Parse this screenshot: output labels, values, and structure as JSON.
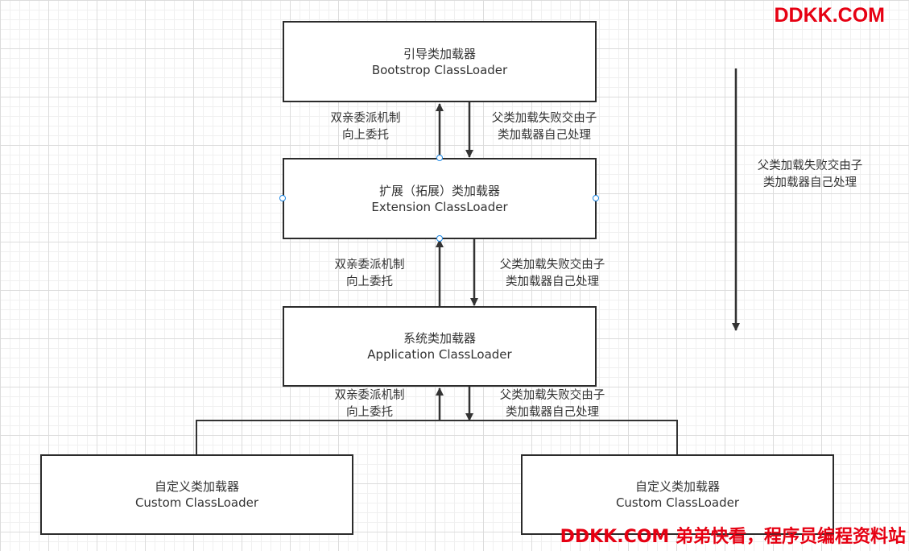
{
  "watermark_top": "DDKK.COM",
  "watermark_bottom": "DDKK.COM 弟弟快看，程序员编程资料站",
  "boxes": {
    "bootstrap": {
      "cn": "引导类加载器",
      "en": "Bootstrop ClassLoader"
    },
    "extension": {
      "cn": "扩展（拓展）类加载器",
      "en": "Extension ClassLoader"
    },
    "application": {
      "cn": "系统类加载器",
      "en": "Application ClassLoader"
    },
    "custom_left": {
      "cn": "自定义类加载器",
      "en": "Custom ClassLoader"
    },
    "custom_right": {
      "cn": "自定义类加载器",
      "en": "Custom ClassLoader"
    }
  },
  "edge_labels": {
    "up_1": {
      "line1": "双亲委派机制",
      "line2": "向上委托"
    },
    "down_1": {
      "line1": "父类加载失败交由子",
      "line2": "类加载器自己处理"
    },
    "up_2": {
      "line1": "双亲委派机制",
      "line2": "向上委托"
    },
    "down_2": {
      "line1": "父类加载失败交由子",
      "line2": "类加载器自己处理"
    },
    "up_3": {
      "line1": "双亲委派机制",
      "line2": "向上委托"
    },
    "down_3": {
      "line1": "父类加载失败交由子",
      "line2": "类加载器自己处理"
    },
    "side": {
      "line1": "父类加载失败交由子",
      "line2": "类加载器自己处理"
    }
  }
}
